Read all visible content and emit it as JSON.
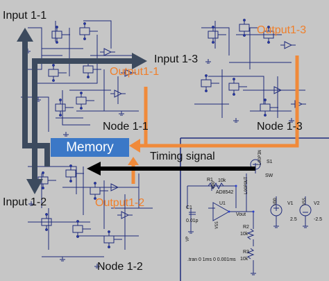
{
  "nodes": {
    "node_1_1": {
      "label": "Node 1-1",
      "input_label": "Input 1-1",
      "output_label": "Output1-1",
      "input_3_label": "Input 1-3"
    },
    "node_1_2": {
      "label": "Node 1-2",
      "input_label": "Input 1-2",
      "output_label": "Output1-2"
    },
    "node_1_3": {
      "label": "Node 1-3",
      "output_label": "Output1-3"
    }
  },
  "memory": {
    "label": "Memory"
  },
  "timing": {
    "label": "Timing signal"
  },
  "schematic": {
    "switch_label": "S1",
    "switch_type": "SW",
    "loopout_label": "LOOPOUT",
    "loopin_label": "LOOPIN",
    "r1": "R1",
    "r1_value": "10k",
    "c1": "C1",
    "c1_value": "0.01p",
    "u1": "U1",
    "u1_part": "AD8542",
    "vout": "Vout",
    "r2": "R2",
    "r2_value": "10k",
    "r3": "R3",
    "r3_value": "10k",
    "vp": "VP",
    "vdd_top": "VDD",
    "vss_bottom": "VSS",
    "v1": "V1",
    "v1_value": "2.5",
    "v2": "V2",
    "v2_value": "-2.5",
    "vdd_src": "VDD",
    "vss_src": "VSS",
    "tran": ".tran 0 1ms 0 0.001ms"
  },
  "colors": {
    "background": "#c6c6c6",
    "arrow_dark": "#3c4a5e",
    "arrow_orange": "#f08a3a",
    "arrow_black": "#000000",
    "memory_fill": "#3b78c7"
  }
}
